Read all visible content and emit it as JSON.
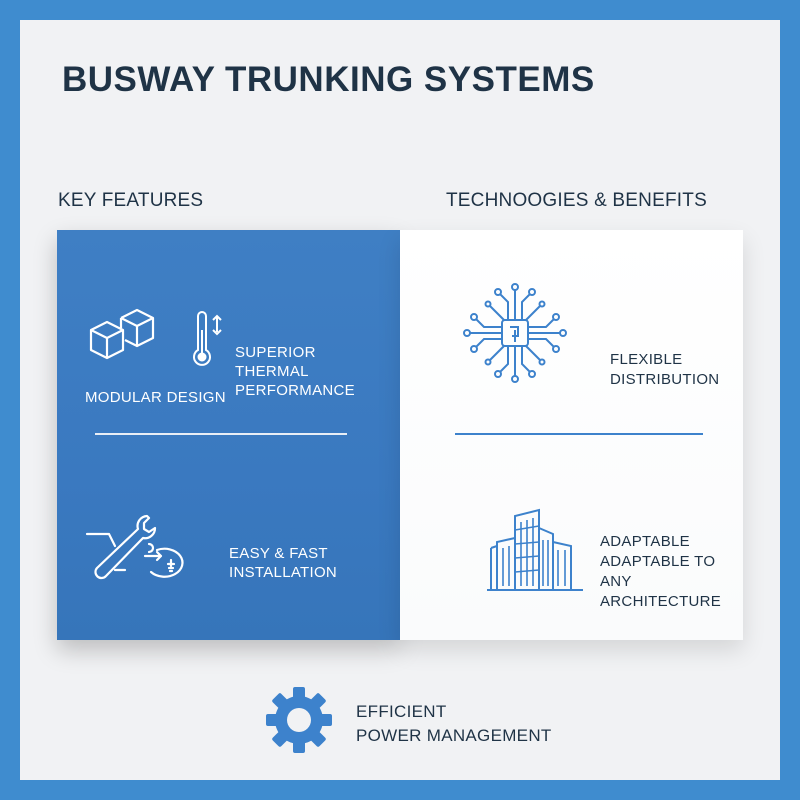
{
  "title": "BUSWAY TRUNKING SYSTEMS",
  "columns": {
    "left_heading": "KEY FEATURES",
    "right_heading": "TECHNOOGIES & BENEFITS"
  },
  "features": {
    "modular_design": "MODULAR DESIGN",
    "thermal_line1": "SUPERIOR",
    "thermal_line2": "THERMAL",
    "thermal_line3": "PERFORMANCE",
    "install_line1": "EASY & FAST",
    "install_line2": "INSTALLATION"
  },
  "benefits": {
    "flex_line1": "FLEXIBLE",
    "flex_line2": "DISTRIBUTION",
    "adapt_line1": "ADAPTABLE",
    "adapt_line2": "ADAPTABLE TO ANY",
    "adapt_line3": "ARCHITECTURE"
  },
  "footer": {
    "line1": "EFFICIENT",
    "line2": "POWER MANAGEMENT"
  },
  "icons": [
    "boxes-icon",
    "thermometer-icon",
    "wrench-icon",
    "circuit-icon",
    "buildings-icon",
    "gear-icon"
  ],
  "colors": {
    "frame": "#3f8ccf",
    "panel_blue": "#3a79c0",
    "accent": "#3d82cc",
    "text_dark": "#1f3346"
  }
}
